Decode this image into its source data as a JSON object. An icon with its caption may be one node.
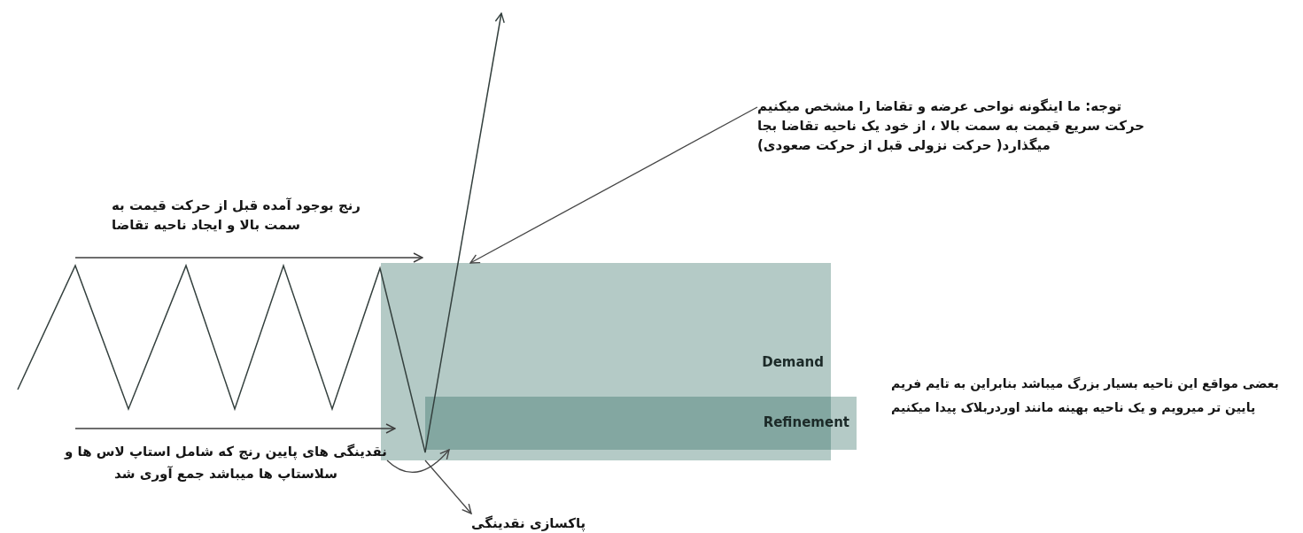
{
  "diagram": {
    "nodes": [
      {
        "text": [
          "توجه: ما اینگونه نواحی عرضه و تقاضا را مشخص میکنیم حرکت سریع قیمت به سمت بالا ، از خود یک ناحیه تقاضا بجا میگذارد( حرکت نزولی قبل از حرکت صعودی)"
        ]
      },
      {
        "text": [
          "Demand"
        ]
      },
      {
        "text": [
          "Refinement"
        ]
      },
      {
        "text": [
          "پاکسازی نقدینگی"
        ]
      }
    ],
    "edges": [
      {
        "from": 0,
        "to": 1,
        "arrow": "to"
      },
      {
        "from": 1,
        "to": 2,
        "arrow": "to"
      },
      {
        "from": 1,
        "to": 3,
        "arrow": "to"
      }
    ],
    "labels": [
      "رنج بوجود آمده قبل از حرکت قیمت به سمت بالا و ایجاد ناحیه تقاضا",
      "بعضی مواقع این ناحیه بسیار بزرگ میباشد بنابراین به تایم فریم پایین تر میرویم و یک ناحیه بهینه مانند اوردربلاک پیدا میکنیم",
      "نقدینگی های پایین رنج که شامل استاپ لاس ها و سلاستاپ ها میباشد جمع آوری شد"
    ]
  }
}
